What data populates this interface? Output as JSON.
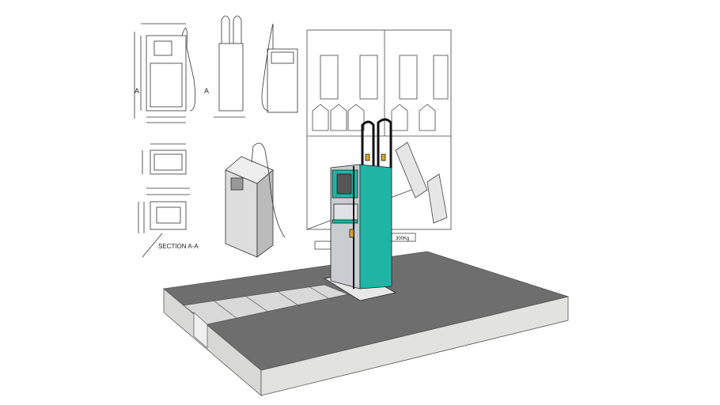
{
  "scene": {
    "colors": {
      "background": "#ffffff",
      "slab_top": "#6e6e6e",
      "slab_side": "#d8d8d6",
      "dispenser_body": "#1fb5a5",
      "dispenser_panel": "#c9ccd0",
      "line": "#333333"
    },
    "drawings": {
      "section_label": "SECTION A-A",
      "view_marker_left": "A",
      "view_marker_right": "A",
      "weight_label": "300Kg"
    }
  }
}
